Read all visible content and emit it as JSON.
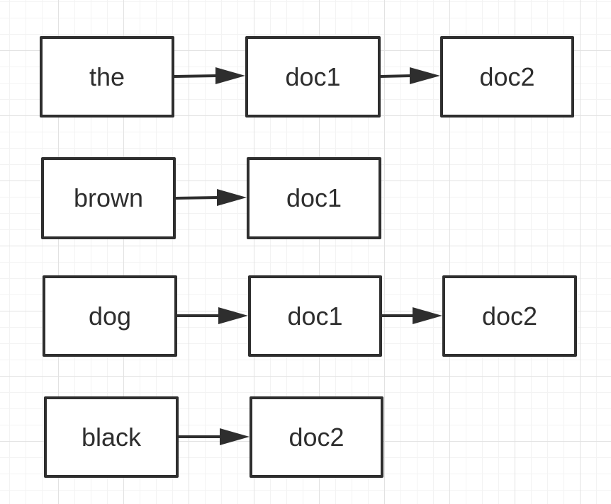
{
  "colors": {
    "stroke": "#2e2e2e",
    "grid_major": "#e2e2e2",
    "grid_minor": "#f3f3f3",
    "background": "#ffffff"
  },
  "rows": [
    {
      "term": "the",
      "docs": [
        "doc1",
        "doc2"
      ]
    },
    {
      "term": "brown",
      "docs": [
        "doc1"
      ]
    },
    {
      "term": "dog",
      "docs": [
        "doc1",
        "doc2"
      ]
    },
    {
      "term": "black",
      "docs": [
        "doc2"
      ]
    }
  ]
}
